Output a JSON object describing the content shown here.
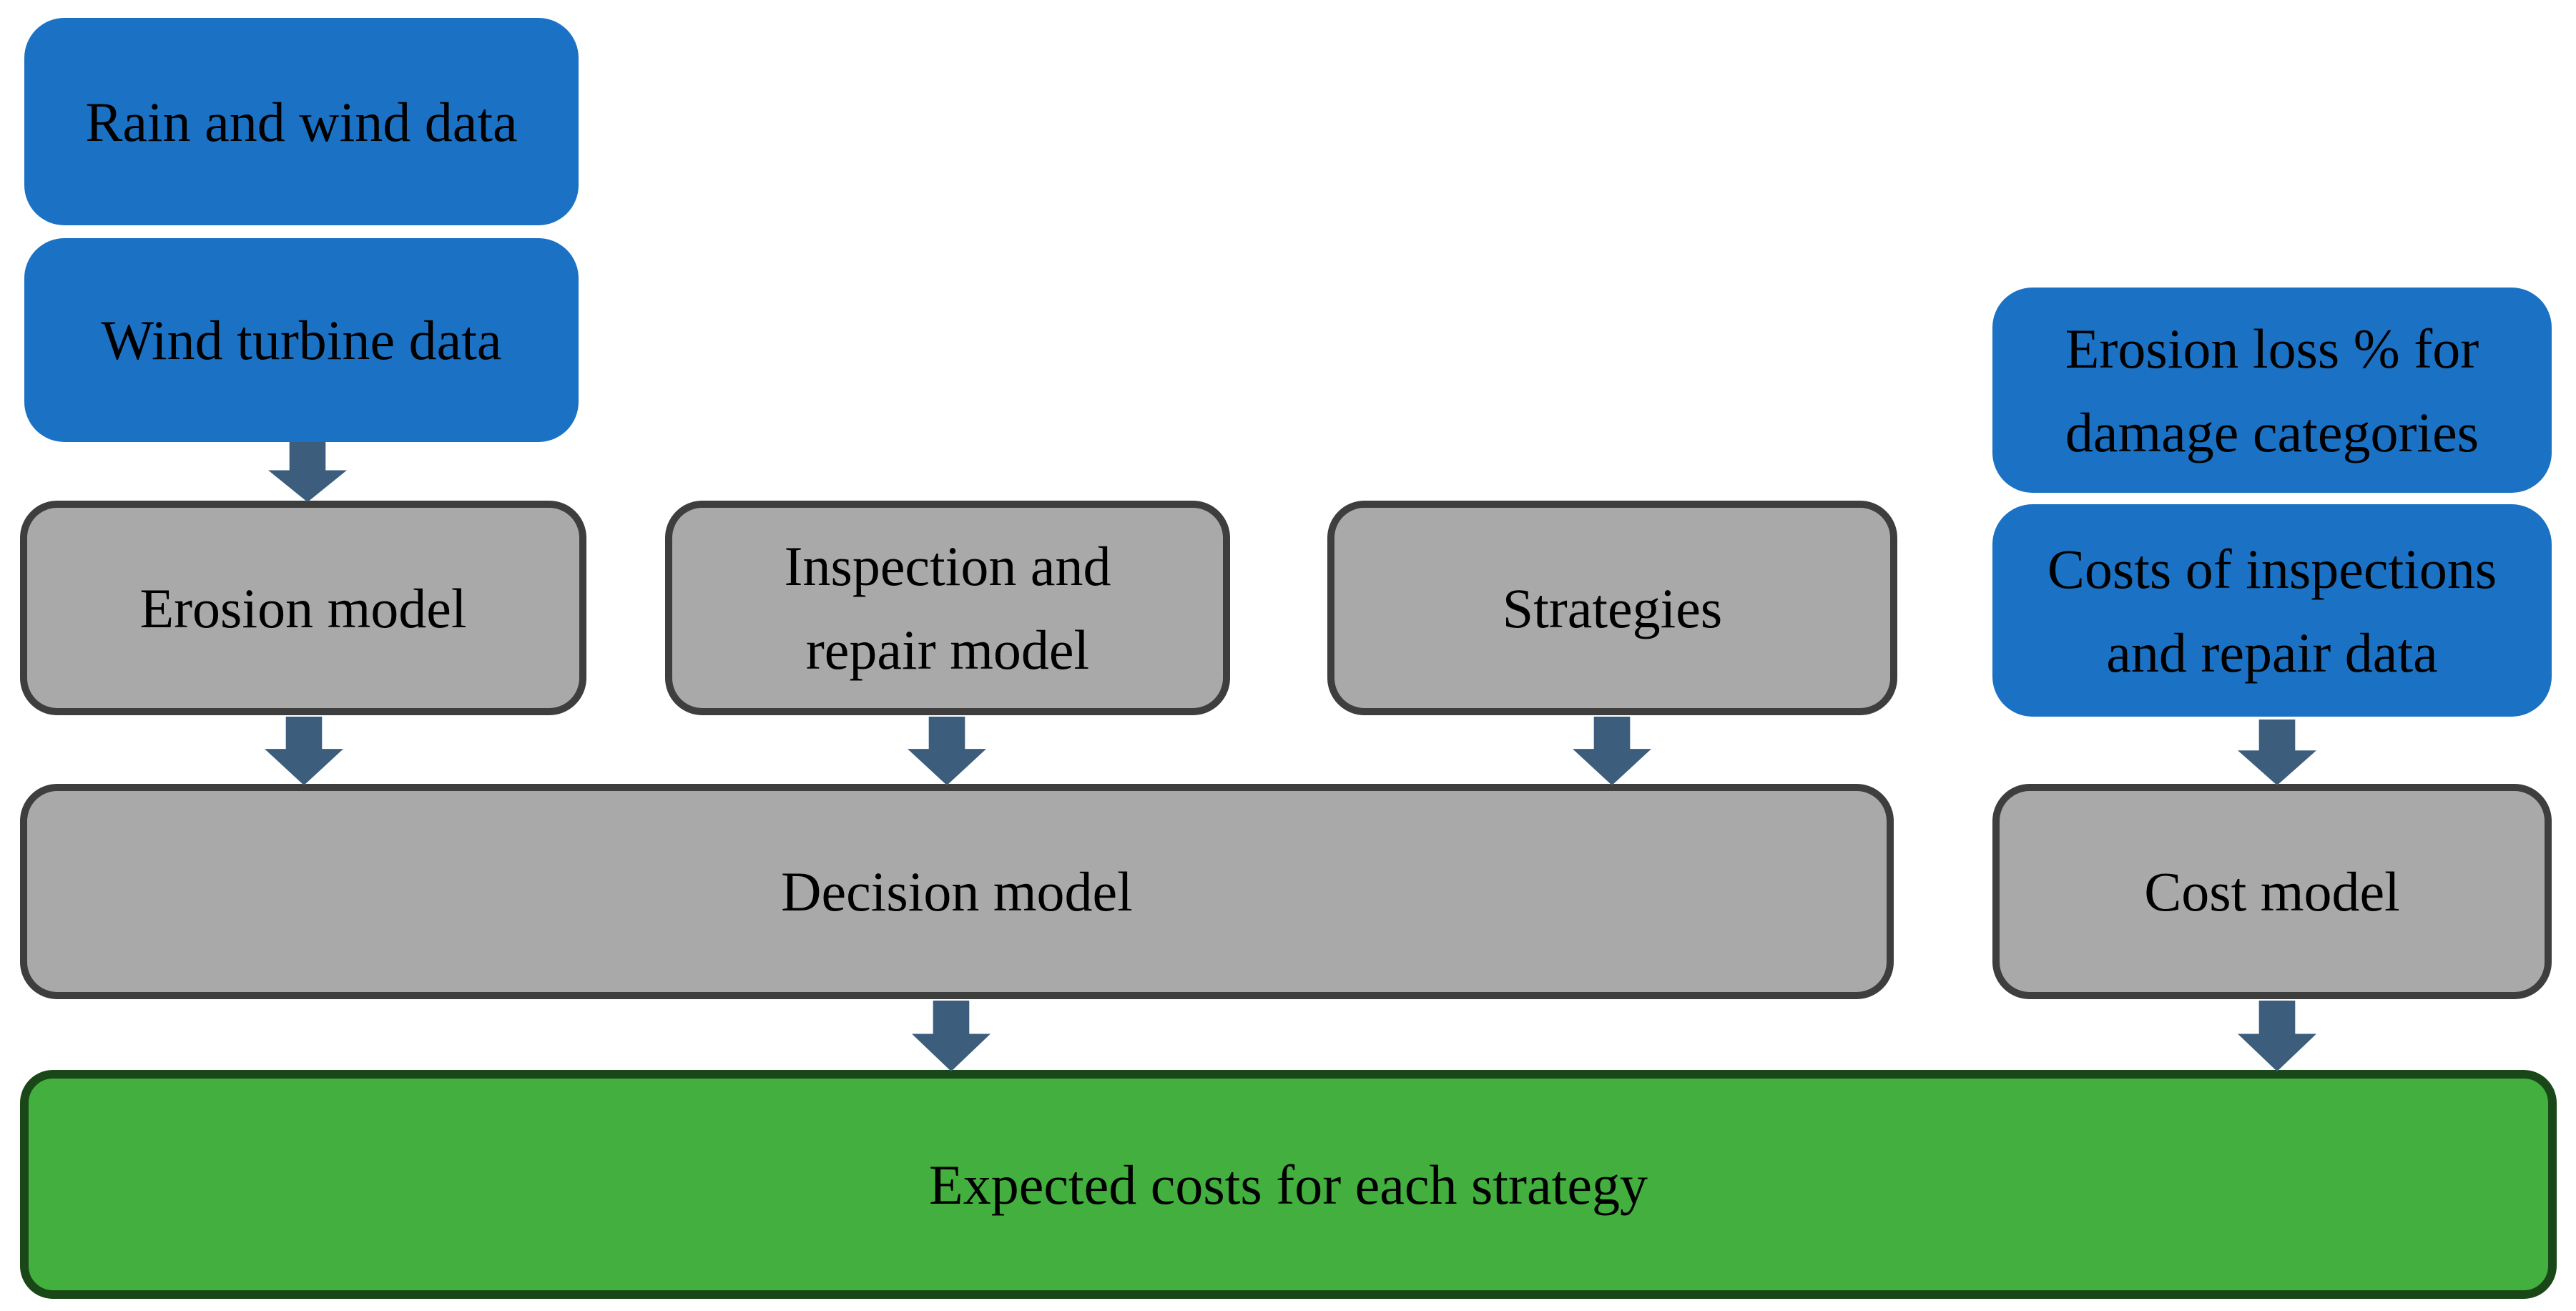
{
  "figure": {
    "type": "flow-diagram",
    "background": "#ffffff"
  },
  "colors": {
    "input_box_fill": "#1b72c4",
    "model_box_fill": "#a9a9a9",
    "model_box_border": "#3e3e3e",
    "output_box_fill": "#43af3e",
    "output_box_border": "#1a4718",
    "arrow": "#3c5e7c",
    "text": "#000000"
  },
  "nodes": {
    "rain_wind": {
      "label": "Rain and wind data",
      "kind": "input"
    },
    "wind_turbine": {
      "label": "Wind turbine data",
      "kind": "input"
    },
    "erosion_model": {
      "label": "Erosion model",
      "kind": "model"
    },
    "inspection_repair": {
      "label": "Inspection and\nrepair model",
      "kind": "model"
    },
    "strategies": {
      "label": "Strategies",
      "kind": "model"
    },
    "erosion_loss": {
      "label": "Erosion loss % for\ndamage categories",
      "kind": "input"
    },
    "costs_inspections": {
      "label": "Costs of inspections\nand repair data",
      "kind": "input"
    },
    "decision_model": {
      "label": "Decision model",
      "kind": "model"
    },
    "cost_model": {
      "label": "Cost model",
      "kind": "model"
    },
    "expected_costs": {
      "label": "Expected costs for each strategy",
      "kind": "output"
    }
  },
  "edges": [
    {
      "from": "wind_turbine",
      "to": "erosion_model"
    },
    {
      "from": "erosion_model",
      "to": "decision_model"
    },
    {
      "from": "inspection_repair",
      "to": "decision_model"
    },
    {
      "from": "strategies",
      "to": "decision_model"
    },
    {
      "from": "costs_inspections",
      "to": "cost_model"
    },
    {
      "from": "decision_model",
      "to": "expected_costs"
    },
    {
      "from": "cost_model",
      "to": "expected_costs"
    }
  ]
}
